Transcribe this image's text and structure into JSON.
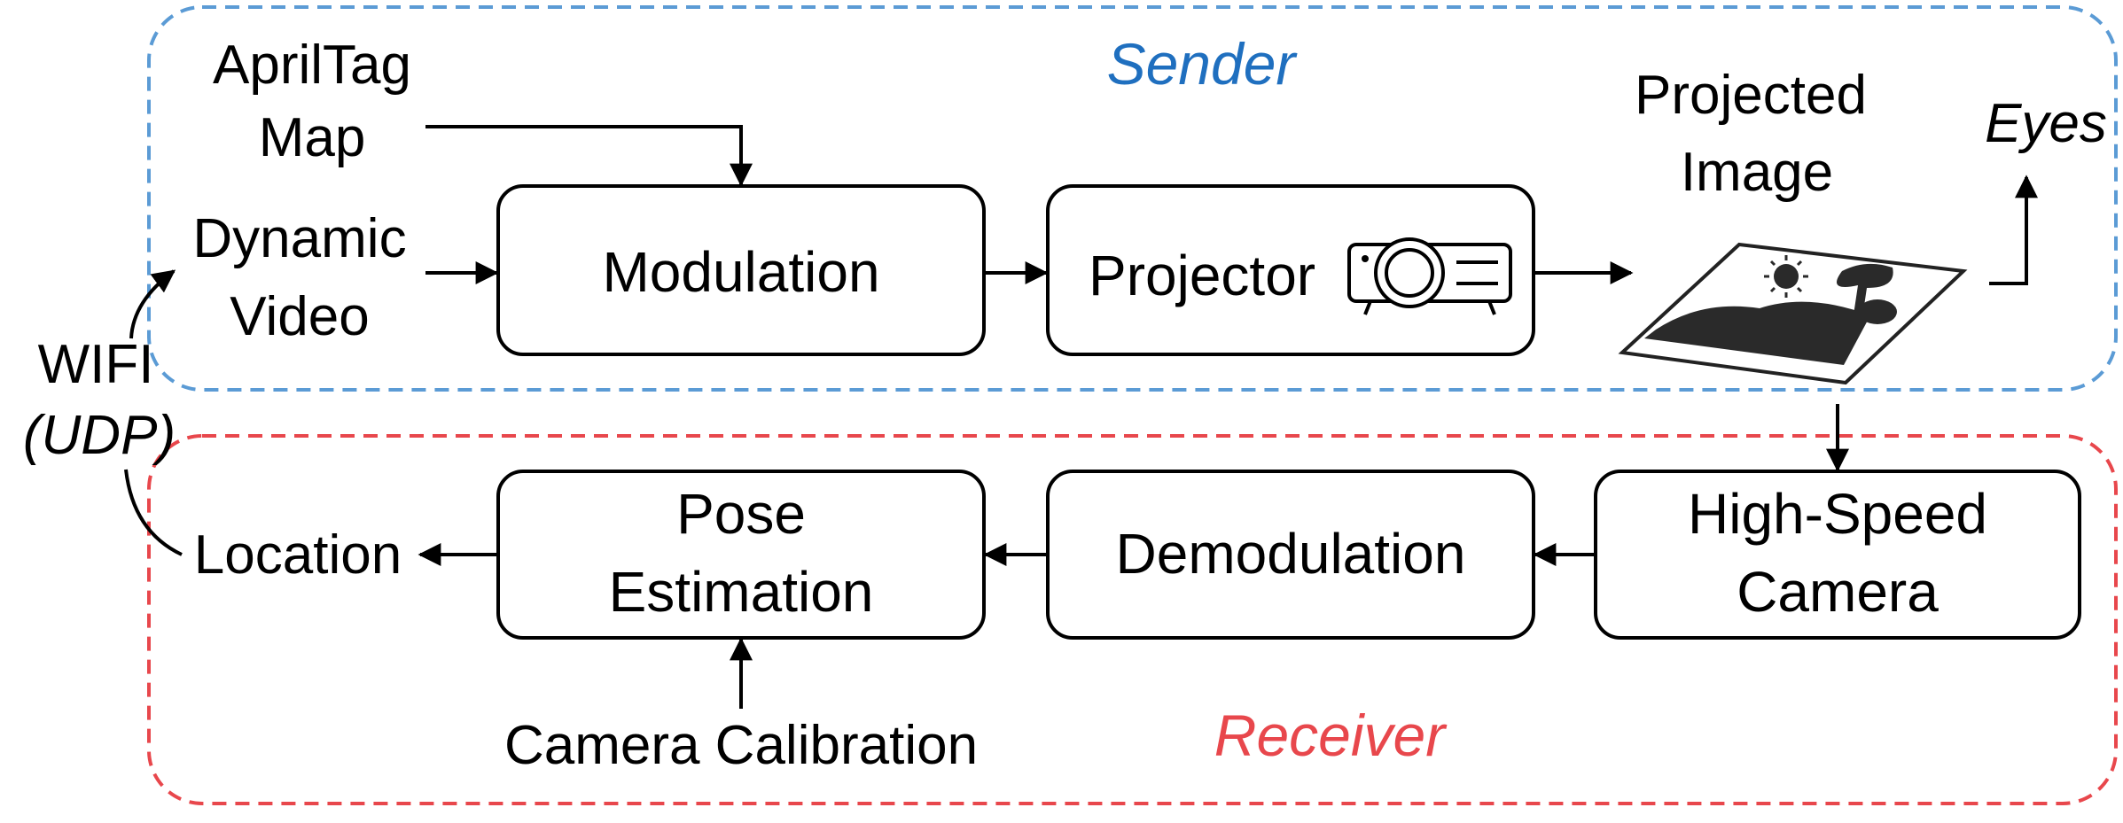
{
  "sender": {
    "title": "Sender",
    "color": "#3b86c6"
  },
  "receiver": {
    "title": "Receiver",
    "color": "#e8474c"
  },
  "inputs": {
    "apriltag_line1": "AprilTag",
    "apriltag_line2": "Map",
    "video_line1": "Dynamic",
    "video_line2": "Video",
    "camera_calibration": "Camera Calibration"
  },
  "blocks": {
    "modulation": "Modulation",
    "projector": "Projector",
    "demodulation": "Demodulation",
    "pose_line1": "Pose",
    "pose_line2": "Estimation",
    "camera_line1": "High-Speed",
    "camera_line2": "Camera"
  },
  "outputs": {
    "projected_line1": "Projected",
    "projected_line2": "Image",
    "eyes": "Eyes",
    "location": "Location"
  },
  "link": {
    "wifi": "WIFI",
    "protocol": "(UDP)"
  },
  "icons": [
    "projector-icon",
    "landscape-image-icon"
  ]
}
